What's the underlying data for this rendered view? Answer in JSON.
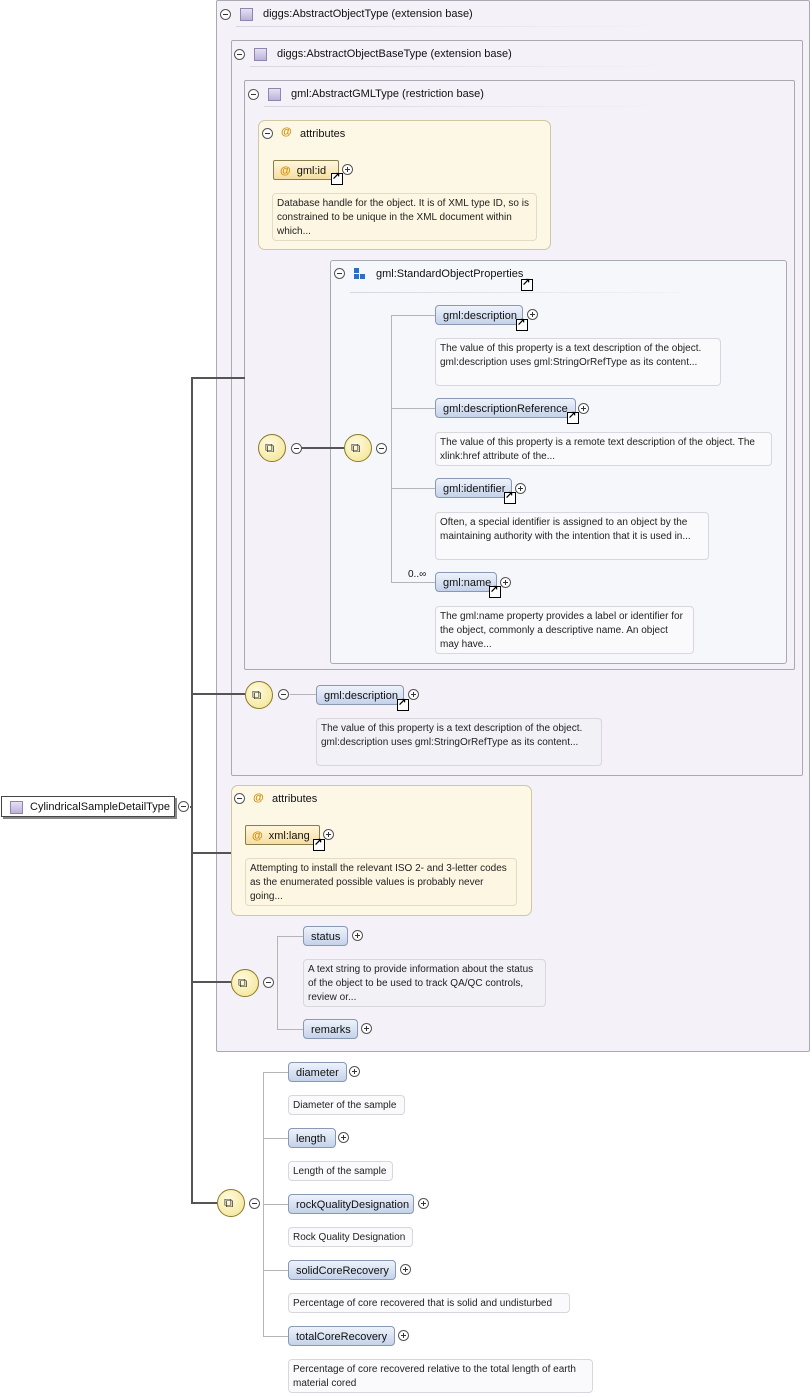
{
  "root": {
    "label": "CylindricalSampleDetailType"
  },
  "base1": {
    "label": "diggs:AbstractObjectType (extension base)"
  },
  "base2": {
    "label": "diggs:AbstractObjectBaseType (extension base)"
  },
  "base3": {
    "label": "gml:AbstractGMLType (restriction base)"
  },
  "attrs1": {
    "header": "attributes",
    "attr": "gml:id",
    "doc": "Database handle for the object. It is of XML type ID, so is constrained to be unique in the XML document within which..."
  },
  "group": {
    "label": "gml:StandardObjectProperties",
    "elements": [
      {
        "label": "gml:description",
        "doc": "The value of this property is a text description of the object. gml:description uses gml:StringOrRefType as its content..."
      },
      {
        "label": "gml:descriptionReference",
        "doc": "The value of this property is a remote text description of the object. The xlink:href attribute of the..."
      },
      {
        "label": "gml:identifier",
        "doc": "Often, a special identifier is assigned to an object by the maintaining authority with the intention that it is used in..."
      },
      {
        "label": "gml:name",
        "doc": "The gml:name property provides a label or identifier for the object, commonly a descriptive name. An object may have...",
        "cardinality": "0..∞"
      }
    ]
  },
  "desc2": {
    "label": "gml:description",
    "doc": "The value of this property is a text description of the object. gml:description uses gml:StringOrRefType as its content..."
  },
  "attrs2": {
    "header": "attributes",
    "attr": "xml:lang",
    "doc": "Attempting to install the relevant ISO 2- and 3-letter codes as the enumerated possible values is probably never going..."
  },
  "status": {
    "label": "status",
    "doc": "A text string to provide information about the status of the object to be used to track QA/QC controls, review or..."
  },
  "remarks": {
    "label": "remarks"
  },
  "seq": [
    {
      "label": "diameter",
      "doc": "Diameter of the sample"
    },
    {
      "label": "length",
      "doc": "Length of the sample"
    },
    {
      "label": "rockQualityDesignation",
      "doc": "Rock Quality Designation"
    },
    {
      "label": "solidCoreRecovery",
      "doc": "Percentage of core recovered that is solid and undisturbed"
    },
    {
      "label": "totalCoreRecovery",
      "doc": "Percentage of core recovered relative to the total length of earth material cored"
    }
  ]
}
